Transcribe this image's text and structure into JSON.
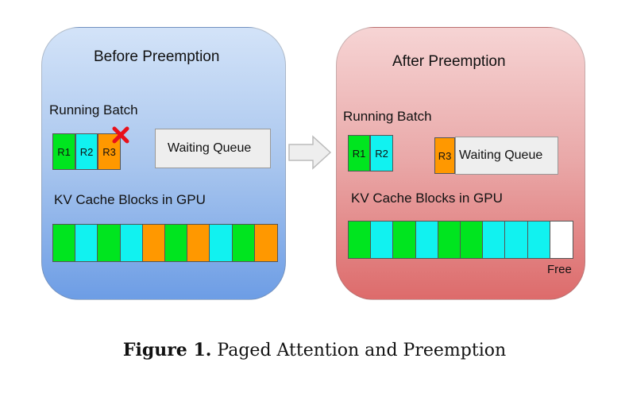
{
  "before": {
    "title": "Before Preemption",
    "running_label": "Running Batch",
    "requests": [
      "R1",
      "R2",
      "R3"
    ],
    "queue_label": "Waiting Queue",
    "kv_label": "KV Cache Blocks in GPU",
    "kv_blocks": [
      "green",
      "cyan",
      "green",
      "cyan",
      "orange",
      "green",
      "orange",
      "cyan",
      "green",
      "orange"
    ]
  },
  "after": {
    "title": "After Preemption",
    "running_label": "Running Batch",
    "requests": [
      "R1",
      "R2"
    ],
    "queued_request": "R3",
    "queue_label": "Waiting Queue",
    "kv_label": "KV Cache Blocks in GPU",
    "kv_blocks": [
      "green",
      "cyan",
      "green",
      "cyan",
      "green",
      "green",
      "cyan",
      "cyan",
      "cyan",
      "white"
    ],
    "free_label": "Free"
  },
  "colors": {
    "green": "#00e51f",
    "cyan": "#11f2f0",
    "orange": "#ff9800",
    "white": "#ffffff",
    "evict_mark": "#e8101a"
  },
  "caption": {
    "label": "Figure 1.",
    "text": "Paged Attention and Preemption"
  }
}
